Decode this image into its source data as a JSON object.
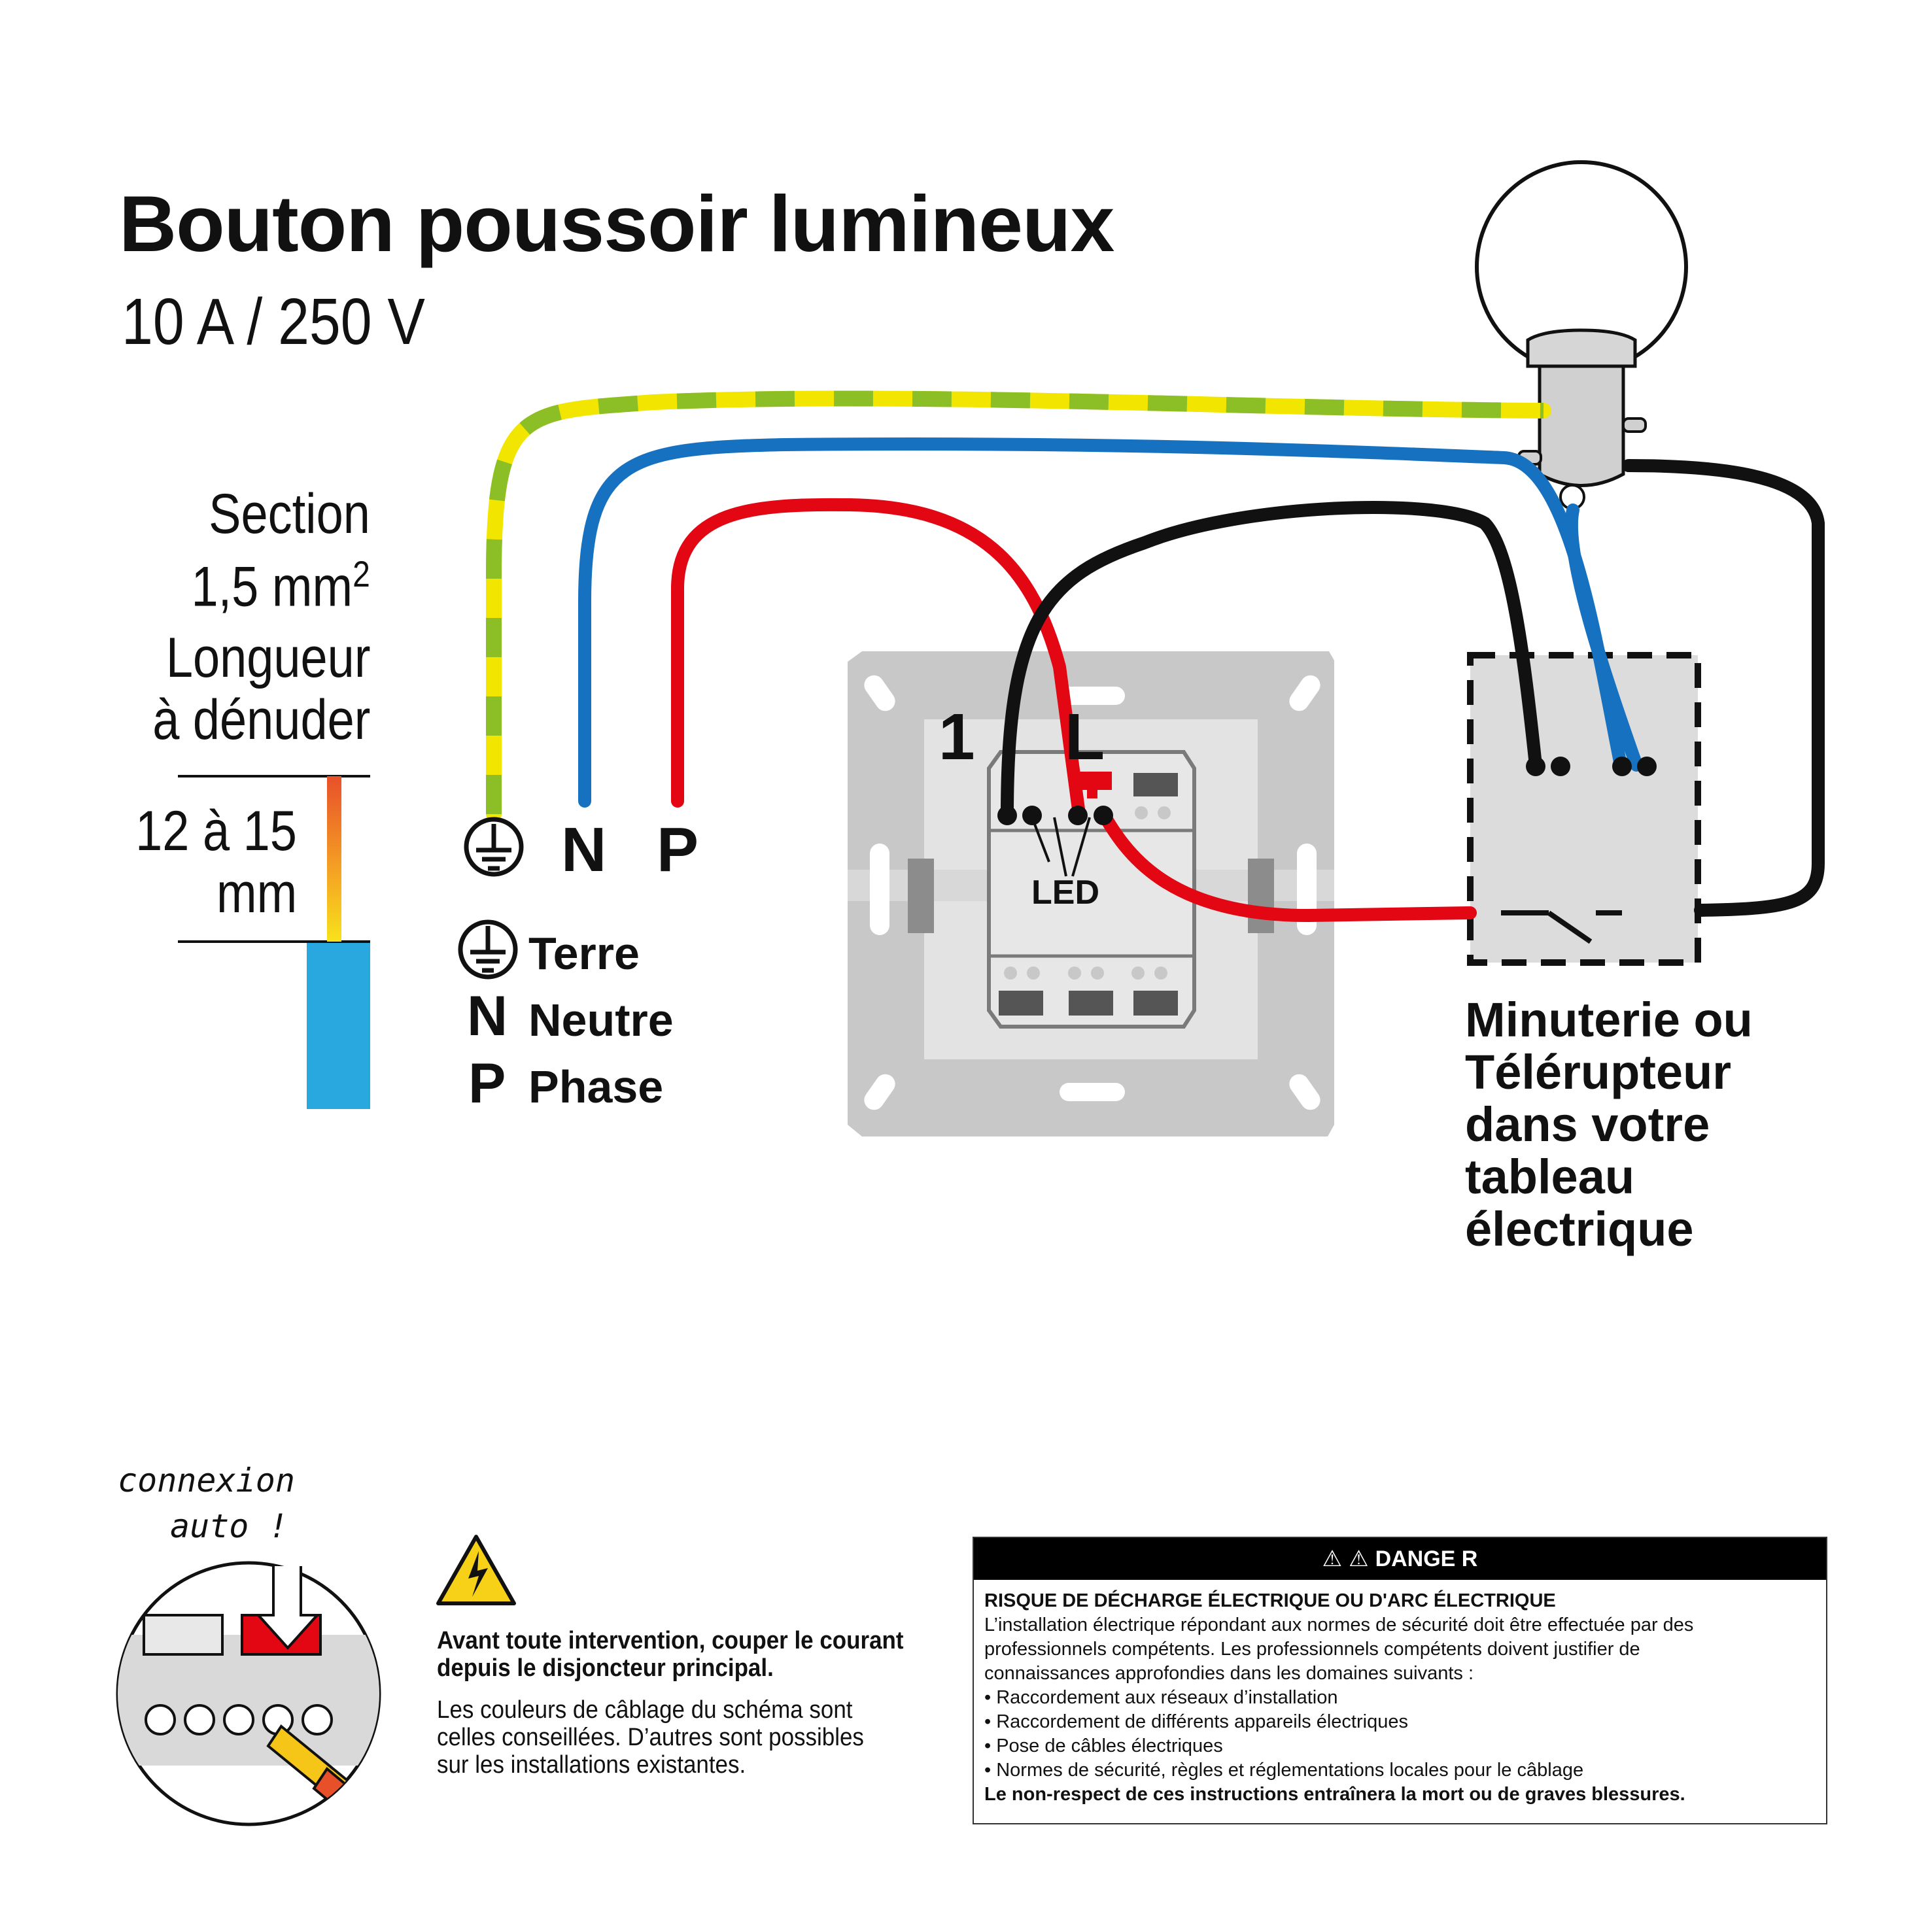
{
  "header": {
    "title": "Bouton poussoir lumineux",
    "rating": "10 A / 250 V"
  },
  "section_info": {
    "section_label": "Section",
    "section_value": "1,5 mm",
    "section_sup": "2",
    "strip_label_1": "Longueur",
    "strip_label_2": "à dénuder",
    "strip_value_1": "12 à 15",
    "strip_value_2": "mm"
  },
  "terminals": {
    "n": "N",
    "p": "P"
  },
  "legend": {
    "earth": "Terre",
    "neutral_symbol": "N",
    "neutral": "Neutre",
    "phase_symbol": "P",
    "phase": "Phase"
  },
  "device": {
    "terminal_1": "1",
    "terminal_l": "L",
    "led_label": "LED"
  },
  "timer_note": [
    "Minuterie ou",
    "Télérupteur",
    "dans votre",
    "tableau",
    "électrique"
  ],
  "auto_connect": {
    "line1": "connexion",
    "line2": "auto !"
  },
  "warning": {
    "bold_line1": "Avant toute intervention, couper le courant",
    "bold_line2": "depuis le disjoncteur principal.",
    "line1": "Les couleurs de câblage du schéma sont",
    "line2": "celles conseillées. D’autres sont possibles",
    "line3": "sur les installations existantes."
  },
  "danger": {
    "header": "DANGE R",
    "heading": "RISQUE DE DÉCHARGE ÉLECTRIQUE OU D'ARC ÉLECTRIQUE",
    "intro1": "L’installation électrique répondant aux normes de sécurité doit être effectuée par des",
    "intro2": "professionnels compétents. Les professionnels compétents doivent justifier de",
    "intro3": "connaissances approfondies dans les domaines suivants :",
    "items": [
      "• Raccordement aux réseaux d’installation",
      "• Raccordement de différents appareils électriques",
      "• Pose de câbles électriques",
      "• Normes de sécurité, règles et réglementations locales pour le câblage"
    ],
    "footer": "Le non-respect de ces instructions entraînera la mort ou de graves blessures."
  },
  "colors": {
    "earth_yellow": "#f2e600",
    "earth_green": "#8cbf26",
    "neutral_blue": "#1672c0",
    "phase_red": "#e30613",
    "black": "#111111",
    "device_grey": "#c8c8c8",
    "strip_blue": "#29a8e0"
  }
}
